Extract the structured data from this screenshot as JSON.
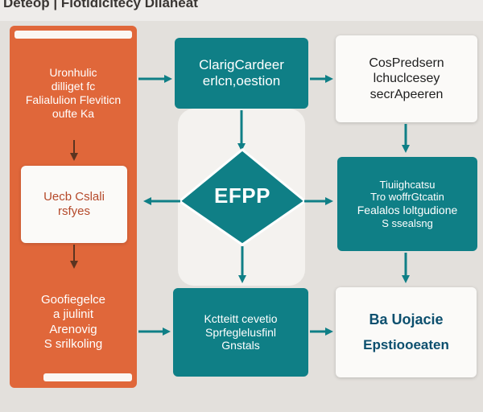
{
  "caption": "Deteop | Flotidicitecy Dilaheat",
  "left_column": {
    "top_text": [
      "Uronhulic",
      "dilliget fc",
      "Falialulion Fleviticn",
      "oufte Ka"
    ],
    "card_text": [
      "Uecb Cslali",
      "rsfyes"
    ],
    "bottom_text": [
      "Goofiegelce",
      "a jiulinit",
      "Arenovig",
      "S srilkoling"
    ]
  },
  "top_center": [
    "ClarigCardeer",
    "erlcn,oestion"
  ],
  "top_right": [
    "CosPredsern",
    "lchuclcesey",
    "secrApeeren"
  ],
  "diamond": "EFPP",
  "mid_right": [
    "Tiuiighcatsu",
    "Tro woffrGtcatin",
    "Fealalos loltgudione",
    "S ssealsng"
  ],
  "bottom_center": [
    "Kctteitt cevetio",
    "Sprfeglelusfinl",
    "Gnstals"
  ],
  "bottom_right": [
    "Ba Uojacie",
    "Epstiooeaten"
  ],
  "colors": {
    "orange": "#e0673a",
    "teal": "#0f7f86",
    "card": "#fbfaf8",
    "background": "#e3e0dc"
  }
}
